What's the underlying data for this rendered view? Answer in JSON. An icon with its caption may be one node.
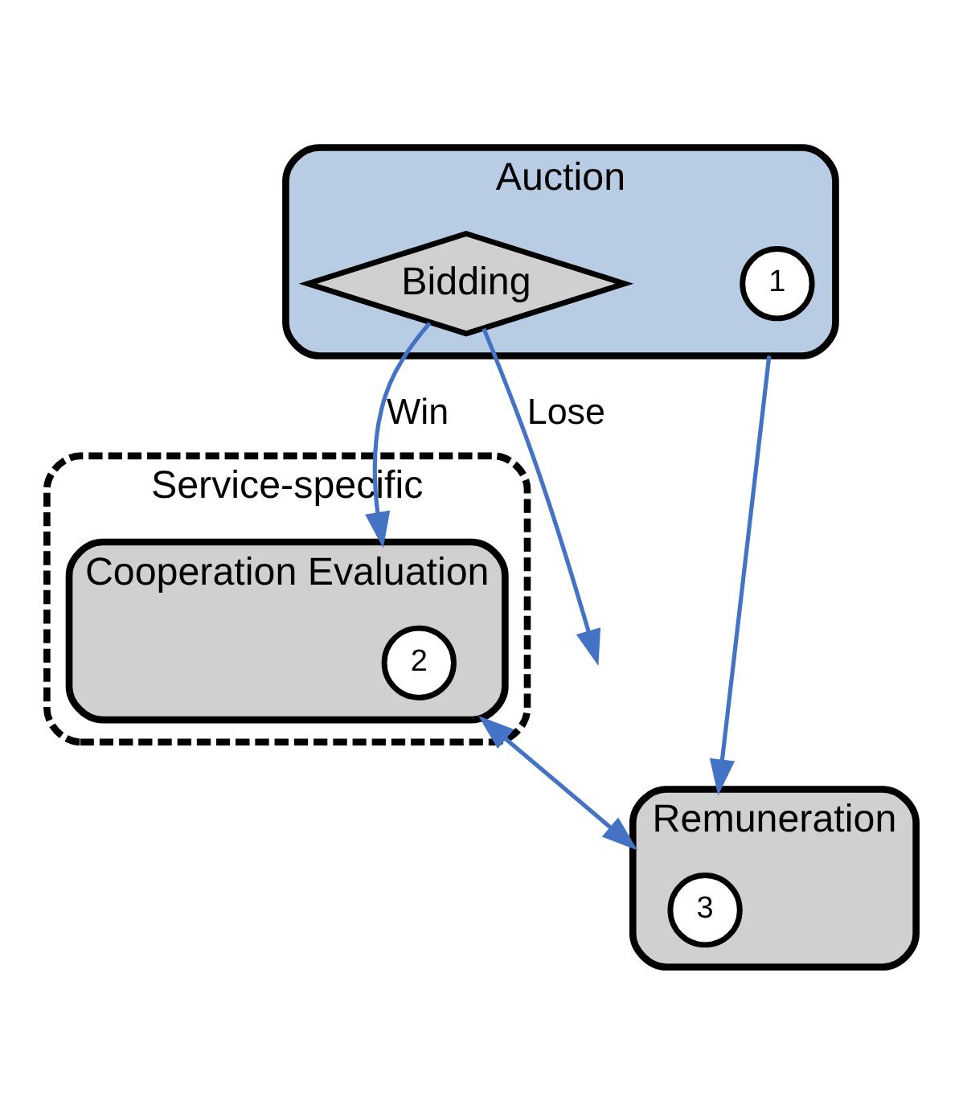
{
  "diagram": {
    "nodes": [
      {
        "text": [
          "Auction"
        ]
      },
      {
        "text": [
          "Bidding"
        ],
        "in": 0
      },
      {
        "text": [
          "1"
        ],
        "in": 0
      },
      {
        "text": [
          "Service-specific"
        ]
      },
      {
        "text": [
          "Cooperation Evaluation"
        ],
        "in": 3
      },
      {
        "text": [
          "2"
        ],
        "in": 4
      },
      {
        "text": [
          "Remuneration"
        ]
      },
      {
        "text": [
          "3"
        ],
        "in": 6
      }
    ],
    "edges": [
      {
        "from": 1,
        "to": null,
        "arrow": "to",
        "label": "Lose"
      },
      {
        "from": 1,
        "to": 4,
        "arrow": "to",
        "label": "Win"
      },
      {
        "from": 4,
        "to": 6,
        "arrow": "both"
      },
      {
        "from": 0,
        "to": 6,
        "arrow": "to"
      }
    ]
  }
}
